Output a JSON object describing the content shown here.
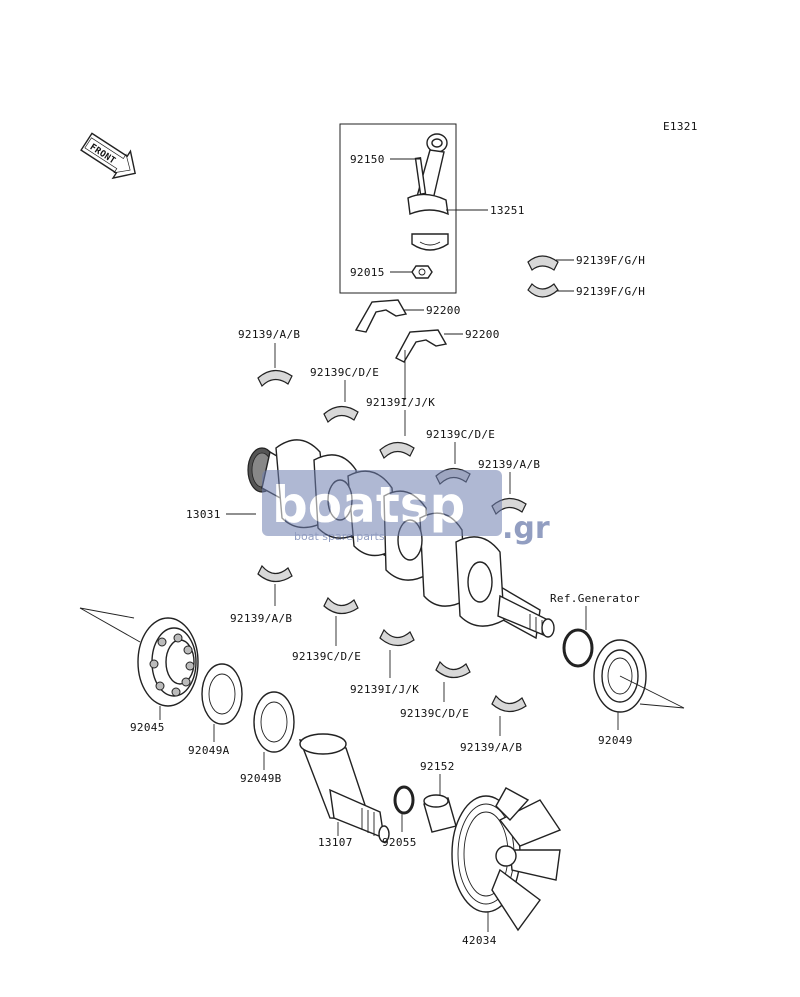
{
  "diagram_code": "E1321",
  "front_label": "FRONT",
  "parts": {
    "p92150": "92150",
    "p13251": "13251",
    "p92015": "92015",
    "p92139fgh_1": "92139F/G/H",
    "p92139fgh_2": "92139F/G/H",
    "p92200_1": "92200",
    "p92200_2": "92200",
    "p92139ab_1": "92139/A/B",
    "p92139cde_1": "92139C/D/E",
    "p92139ijk_1": "92139I/J/K",
    "p92139cde_2": "92139C/D/E",
    "p92139ab_2": "92139/A/B",
    "p13031": "13031",
    "p92139ab_3": "92139/A/B",
    "p92139cde_3": "92139C/D/E",
    "p92139ijk_2": "92139I/J/K",
    "p92139cde_4": "92139C/D/E",
    "p92139ab_4": "92139/A/B",
    "ref_generator": "Ref.Generator",
    "p92045": "92045",
    "p92049a": "92049A",
    "p92049b": "92049B",
    "p13107": "13107",
    "p92152": "92152",
    "p92055": "92055",
    "p92049": "92049",
    "p42034": "42034"
  },
  "watermark": {
    "brand": "boatsp",
    "tld": ".gr",
    "tagline": "boat spare parts"
  },
  "colors": {
    "line": "#222222",
    "watermark_blue": "#3a4f8f",
    "watermark_light": "#9fb0d6"
  }
}
